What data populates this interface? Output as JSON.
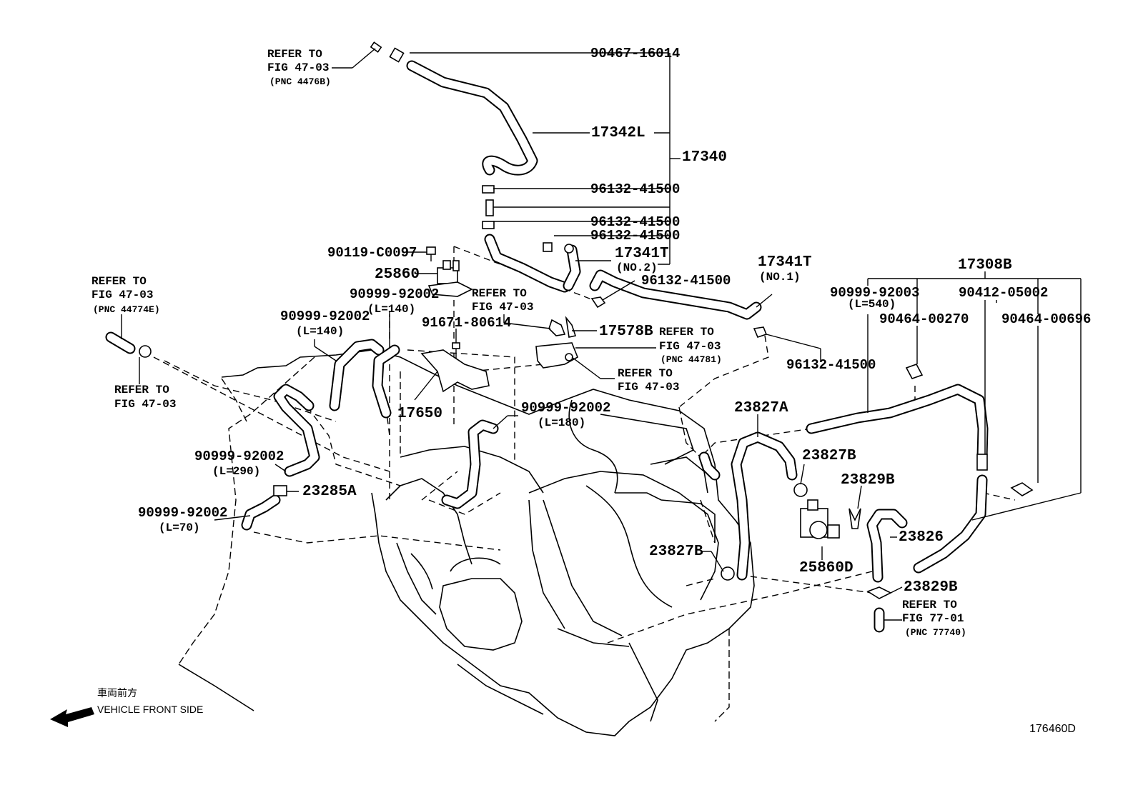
{
  "parts": {
    "p90467_16014": "90467-16014",
    "p17342L": "17342L",
    "p17340": "17340",
    "p96132_41500_a": "96132-41500",
    "p96132_41500_b": "96132-41500",
    "p96132_41500_c": "96132-41500",
    "p17341T_no2": "17341T",
    "p17341T_no2_sub": "(NO.2)",
    "p96132_41500_d": "96132-41500",
    "p17341T_no1": "17341T",
    "p17341T_no1_sub": "(NO.1)",
    "p96132_41500_e": "96132-41500",
    "p90119_C0097": "90119-C0097",
    "p25860": "25860",
    "p90999_92002_a": "90999-92002",
    "p90999_92002_a_len": "(L=140)",
    "p90999_92002_b": "90999-92002",
    "p90999_92002_b_len": "(L=140)",
    "p91671_80614": "91671-80614",
    "p17578B": "17578B",
    "p17650": "17650",
    "p90999_92002_c": "90999-92002",
    "p90999_92002_c_len": "(L=180)",
    "p90999_92002_d": "90999-92002",
    "p90999_92002_d_len": "(L=290)",
    "p23285A": "23285A",
    "p90999_92002_e": "90999-92002",
    "p90999_92002_e_len": "(L=70)",
    "p17308B": "17308B",
    "p90999_92003": "90999-92003",
    "p90999_92003_len": "(L=540)",
    "p90412_05002": "90412-05002",
    "p90464_00270": "90464-00270",
    "p90464_00696": "90464-00696",
    "p23827A": "23827A",
    "p23827B_a": "23827B",
    "p23829B_a": "23829B",
    "p23826": "23826",
    "p25860D": "25860D",
    "p23827B_b": "23827B",
    "p23829B_b": "23829B"
  },
  "refs": {
    "r1_line1": "REFER TO",
    "r1_line2": "FIG 47-03",
    "r1_line3": "(PNC 4476B)",
    "r2_line1": "REFER TO",
    "r2_line2": "FIG 47-03",
    "r2_line3": "(PNC 44774E)",
    "r3_line1": "REFER TO",
    "r3_line2": "FIG 47-03",
    "r4_line1": "REFER TO",
    "r4_line2": "FIG 47-03",
    "r5_line1": "REFER TO",
    "r5_line2": "FIG 47-03",
    "r5_line3": "(PNC 44781)",
    "r6_line1": "REFER TO",
    "r6_line2": "FIG 47-03",
    "r7_line1": "REFER TO",
    "r7_line2": "FIG 77-01",
    "r7_line3": "(PNC 77740)"
  },
  "footer": {
    "front_jp": "車両前方",
    "front_en": "VEHICLE FRONT SIDE",
    "diagram_id": "176460D"
  }
}
